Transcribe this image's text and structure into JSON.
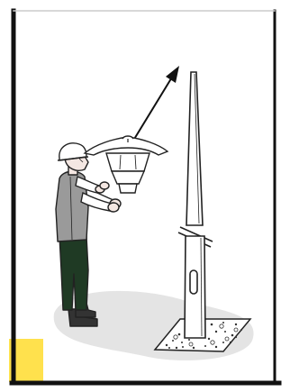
{
  "panel": {
    "accent_color": "#ffe14d",
    "frame_color": "#111111",
    "background_color": "#ffffff"
  },
  "figure": {
    "depicts": [
      "worker",
      "lamp-head",
      "lamp-pole",
      "upward-arrow",
      "gravel-base"
    ],
    "worker_colors": {
      "helmet": "#ffffff",
      "vest": "#9a9a9a",
      "shirt": "#ffffff",
      "pants": "#1f3a24",
      "boots": "#333333",
      "skin": "#f4e7e2"
    },
    "shadow_color": "#e4e4e4"
  }
}
